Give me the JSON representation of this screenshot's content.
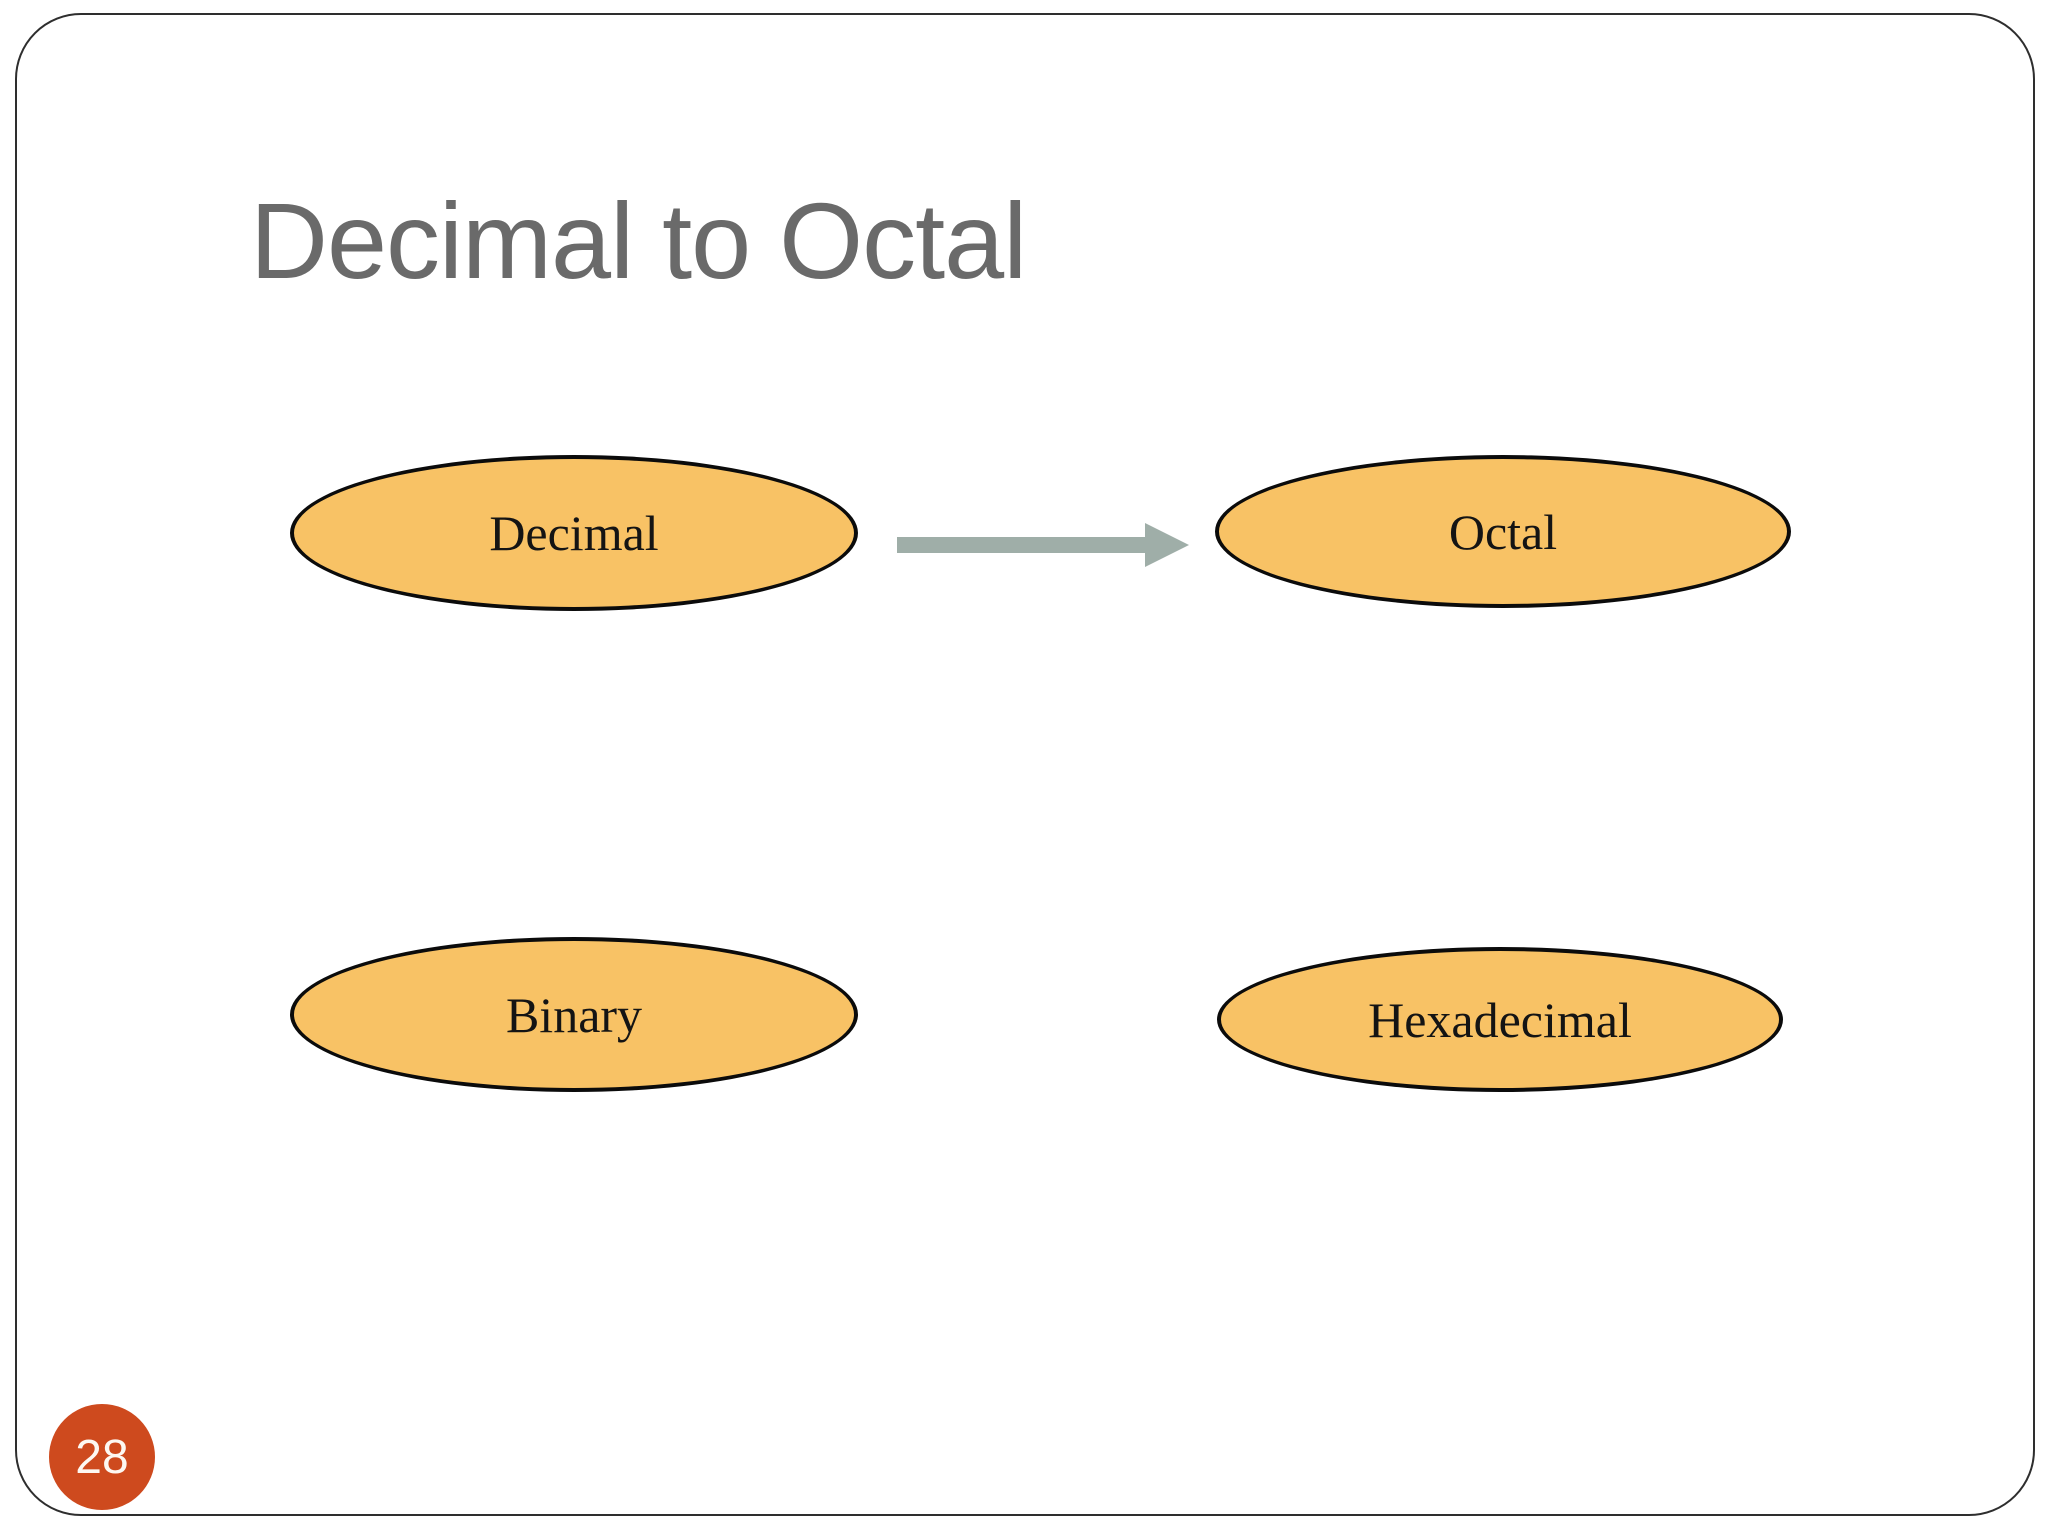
{
  "slide": {
    "title": "Decimal to Octal",
    "page_number": "28"
  },
  "diagram": {
    "nodes": [
      {
        "id": "decimal",
        "label": "Decimal"
      },
      {
        "id": "octal",
        "label": "Octal"
      },
      {
        "id": "binary",
        "label": "Binary"
      },
      {
        "id": "hexadecimal",
        "label": "Hexadecimal"
      }
    ],
    "arrow": {
      "from": "Decimal",
      "to": "Octal",
      "direction": "right"
    }
  },
  "colors": {
    "node_fill": "#F8C265",
    "node_border": "#0B0B0B",
    "node_text": "#141414",
    "arrow": "#9FAEA8",
    "title": "#6A6A6A",
    "badge": "#CE4A1E",
    "badge_text": "#FDF8F2",
    "slide_border": "#2E2E2E",
    "slide_bg": "#FFFFFF"
  }
}
